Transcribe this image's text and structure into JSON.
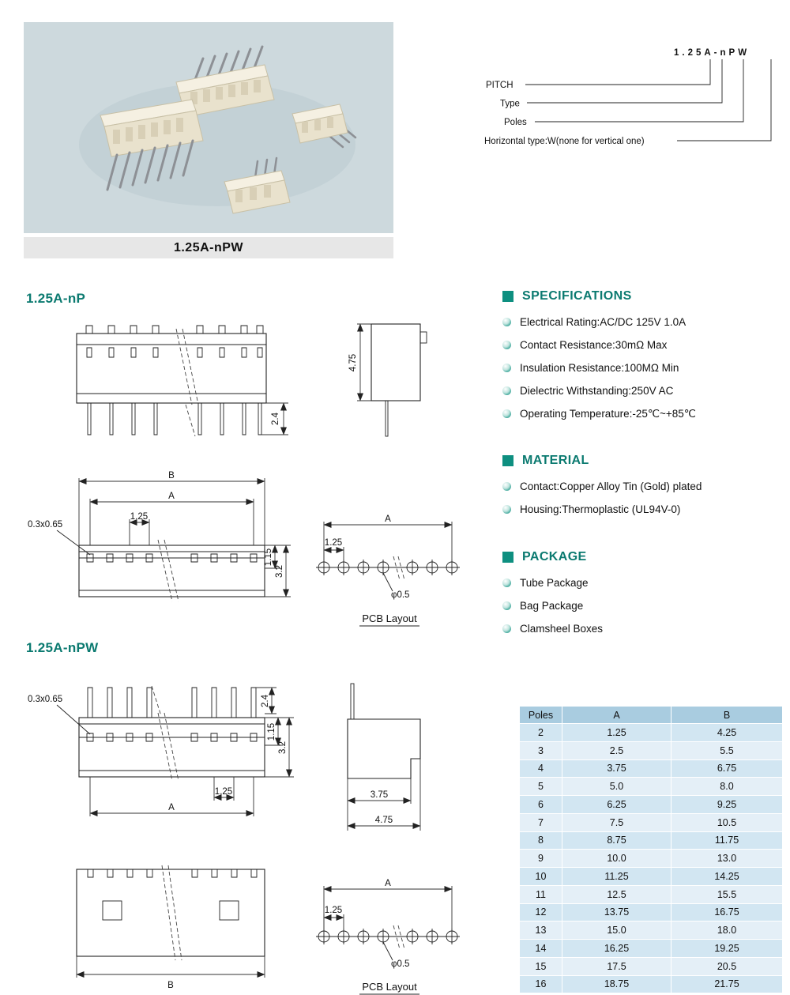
{
  "page": {
    "photo_caption": "1.25A-nPW"
  },
  "part_code": {
    "code": "1.25A-nPW",
    "legend": [
      "PITCH",
      "Type",
      "Poles",
      "Horizontal type:W(none for vertical one)"
    ]
  },
  "sections": {
    "np": "1.25A-nP",
    "npw": "1.25A-nPW"
  },
  "specifications": {
    "title": "SPECIFICATIONS",
    "items": [
      "Electrical Rating:AC/DC 125V 1.0A",
      "Contact Resistance:30mΩ Max",
      "Insulation Resistance:100MΩ Min",
      "Dielectric Withstanding:250V AC",
      "Operating Temperature:-25℃~+85℃"
    ]
  },
  "material": {
    "title": "MATERIAL",
    "items": [
      "Contact:Copper Alloy Tin (Gold) plated",
      "Housing:Thermoplastic (UL94V-0)"
    ]
  },
  "package": {
    "title": "PACKAGE",
    "items": [
      "Tube Package",
      "Bag Package",
      "Clamsheel Boxes"
    ]
  },
  "dims": {
    "a": "A",
    "b": "B",
    "pitch": "1.25",
    "slot": "0.3x0.65",
    "pin_len": "2.4",
    "body_h": "4.75",
    "row_h": "1.15",
    "wall_h": "3.2",
    "side_w": "3.75",
    "hole": "φ0.5",
    "pcb_label": "PCB Layout"
  },
  "table": {
    "headers": [
      "Poles",
      "A",
      "B"
    ],
    "rows": [
      [
        "2",
        "1.25",
        "4.25"
      ],
      [
        "3",
        "2.5",
        "5.5"
      ],
      [
        "4",
        "3.75",
        "6.75"
      ],
      [
        "5",
        "5.0",
        "8.0"
      ],
      [
        "6",
        "6.25",
        "9.25"
      ],
      [
        "7",
        "7.5",
        "10.5"
      ],
      [
        "8",
        "8.75",
        "11.75"
      ],
      [
        "9",
        "10.0",
        "13.0"
      ],
      [
        "10",
        "11.25",
        "14.25"
      ],
      [
        "11",
        "12.5",
        "15.5"
      ],
      [
        "12",
        "13.75",
        "16.75"
      ],
      [
        "13",
        "15.0",
        "18.0"
      ],
      [
        "14",
        "16.25",
        "19.25"
      ],
      [
        "15",
        "17.5",
        "20.5"
      ],
      [
        "16",
        "18.75",
        "21.75"
      ]
    ]
  }
}
